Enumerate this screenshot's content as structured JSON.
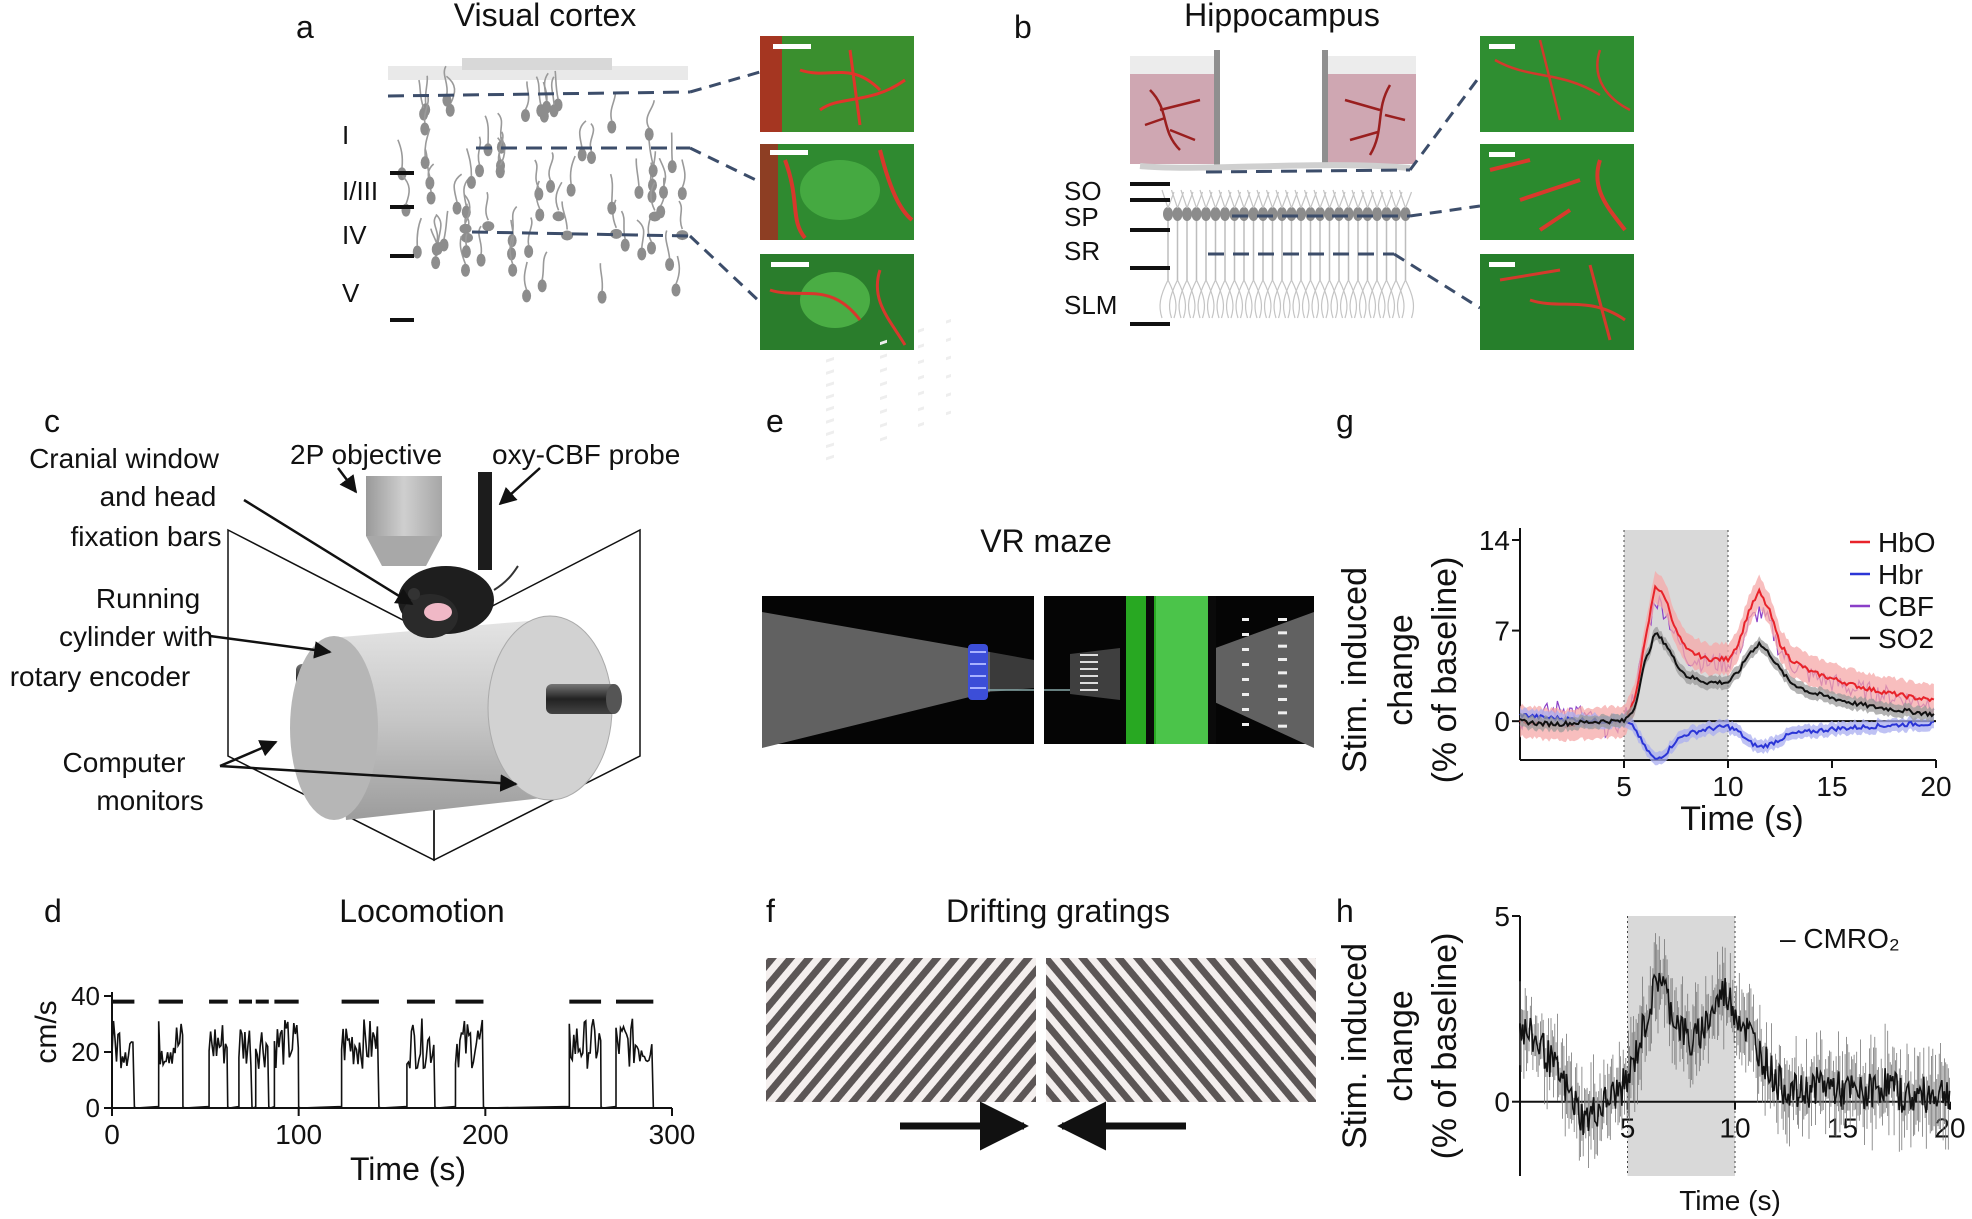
{
  "panels": {
    "a": {
      "letter": "a",
      "title": "Visual cortex",
      "layers": [
        "I",
        "I/III",
        "IV",
        "V"
      ],
      "image_colors": {
        "green": "#2fa33a",
        "red": "#d6332a"
      }
    },
    "b": {
      "letter": "b",
      "title": "Hippocampus",
      "layers": [
        "SO",
        "SP",
        "SR",
        "SLM"
      ]
    },
    "c": {
      "letter": "c",
      "labels": {
        "objective": "2P objective",
        "probe": "oxy-CBF probe",
        "window_1": "Cranial window",
        "window_2": "and head",
        "window_3": "fixation bars",
        "cyl_1": "Running",
        "cyl_2": "cylinder with",
        "cyl_3": "rotary encoder",
        "mon_1": "Computer",
        "mon_2": "monitors"
      }
    },
    "d": {
      "letter": "d",
      "title": "Locomotion",
      "ylabel": "cm/s",
      "xlabel": "Time (s)",
      "xticks": [
        "0",
        "100",
        "200",
        "300"
      ],
      "yticks": [
        "0",
        "20",
        "40"
      ]
    },
    "e": {
      "letter": "e",
      "title": "VR maze"
    },
    "f": {
      "letter": "f",
      "title": "Drifting gratings"
    },
    "g": {
      "letter": "g",
      "ylabel_1": "Stim. induced",
      "ylabel_2": "change",
      "ylabel_3": "(% of baseline)",
      "xlabel": "Time (s)",
      "xticks": [
        "5",
        "10",
        "15",
        "20"
      ],
      "yticks": [
        "0",
        "7",
        "14"
      ],
      "legend": [
        "HbO",
        "Hbr",
        "CBF",
        "SO2"
      ]
    },
    "h": {
      "letter": "h",
      "ylabel_1": "Stim. induced",
      "ylabel_2": "change",
      "ylabel_3": "(% of baseline)",
      "xlabel": "Time (s)",
      "xticks": [
        "5",
        "10",
        "15",
        "20"
      ],
      "yticks": [
        "0",
        "5"
      ],
      "legend": "– CMRO₂"
    }
  },
  "colors": {
    "hbo": "#e8232a",
    "hbr": "#2b35d6",
    "cbf": "#8a3fc8",
    "so2": "#111111",
    "stim": "#d9d9d9",
    "hbo_band": "#f6a8a8",
    "hbr_band": "#a9aef0",
    "so2_band": "#9a9a9a",
    "cbf_band": "#c4a0e6"
  },
  "chart_data": [
    {
      "id": "d",
      "type": "line",
      "title": "Locomotion",
      "xlabel": "Time (s)",
      "ylabel": "cm/s",
      "xlim": [
        0,
        300
      ],
      "ylim": [
        0,
        40
      ],
      "running_bouts": [
        [
          0,
          12
        ],
        [
          25,
          38
        ],
        [
          52,
          62
        ],
        [
          68,
          75
        ],
        [
          77,
          84
        ],
        [
          87,
          100
        ],
        [
          123,
          143
        ],
        [
          158,
          173
        ],
        [
          184,
          199
        ],
        [
          245,
          262
        ],
        [
          270,
          290
        ]
      ],
      "running_level_range": [
        14,
        32
      ]
    },
    {
      "id": "g",
      "type": "line",
      "xlabel": "Time (s)",
      "ylabel": "Stim. induced change (% of baseline)",
      "xlim": [
        0,
        20
      ],
      "ylim": [
        -3,
        14
      ],
      "stim_window": [
        5,
        10
      ],
      "x": [
        0,
        1,
        2,
        3,
        4,
        5,
        5.5,
        6,
        6.5,
        7,
        7.5,
        8,
        9,
        10,
        10.5,
        11,
        11.5,
        12,
        12.5,
        13,
        14,
        15,
        16,
        17,
        18,
        19,
        20
      ],
      "series": [
        {
          "name": "HbO",
          "values": [
            0,
            -0.2,
            -0.3,
            -0.2,
            -0.1,
            0,
            1.5,
            6,
            10.5,
            9.5,
            7,
            5.5,
            4.8,
            4.8,
            6,
            8.5,
            10,
            8.5,
            6,
            4.8,
            3.8,
            3.3,
            2.8,
            2.4,
            2.1,
            1.8,
            1.6
          ]
        },
        {
          "name": "Hbr",
          "values": [
            0.5,
            0.3,
            0.2,
            0.1,
            0,
            0,
            -0.5,
            -2,
            -3,
            -2.5,
            -1.5,
            -1,
            -0.6,
            -0.4,
            -0.8,
            -1.6,
            -2,
            -1.8,
            -1.4,
            -1,
            -0.8,
            -0.6,
            -0.5,
            -0.4,
            -0.3,
            -0.2,
            -0.2
          ]
        },
        {
          "name": "CBF",
          "values": [
            0,
            0.5,
            1,
            0.5,
            -0.5,
            0,
            2,
            6,
            9.5,
            8.5,
            6.5,
            5,
            4.5,
            4.5,
            5.5,
            7.5,
            8.5,
            7.5,
            5.5,
            4.5,
            3.5,
            3,
            2.5,
            2.2,
            1.9,
            1.6,
            1.4
          ]
        },
        {
          "name": "SO2",
          "values": [
            0,
            -0.2,
            -0.2,
            -0.1,
            0,
            0,
            1,
            4.5,
            6.8,
            6,
            4.5,
            3.5,
            3,
            3,
            3.8,
            5.2,
            6,
            5.2,
            4,
            3,
            2.2,
            1.8,
            1.4,
            1.1,
            0.9,
            0.7,
            0.5
          ]
        }
      ]
    },
    {
      "id": "h",
      "type": "line",
      "xlabel": "Time (s)",
      "ylabel": "Stim. induced change (% of baseline)",
      "xlim": [
        0,
        20
      ],
      "ylim": [
        -2,
        5
      ],
      "stim_window": [
        5,
        10
      ],
      "x": [
        0,
        1,
        2,
        3,
        4,
        5,
        6,
        6.5,
        7,
        8,
        9,
        9.5,
        10,
        11,
        12,
        13,
        14,
        15,
        16,
        17,
        18,
        19,
        20
      ],
      "series": [
        {
          "name": "CMRO2",
          "values": [
            2,
            1.5,
            0.5,
            -0.5,
            0,
            0.5,
            2.5,
            3.5,
            2.5,
            1.5,
            2.5,
            3,
            2.5,
            1.5,
            0.5,
            0.2,
            0.5,
            0.3,
            0.2,
            0.5,
            0.1,
            0.2,
            0.3
          ]
        }
      ]
    }
  ]
}
